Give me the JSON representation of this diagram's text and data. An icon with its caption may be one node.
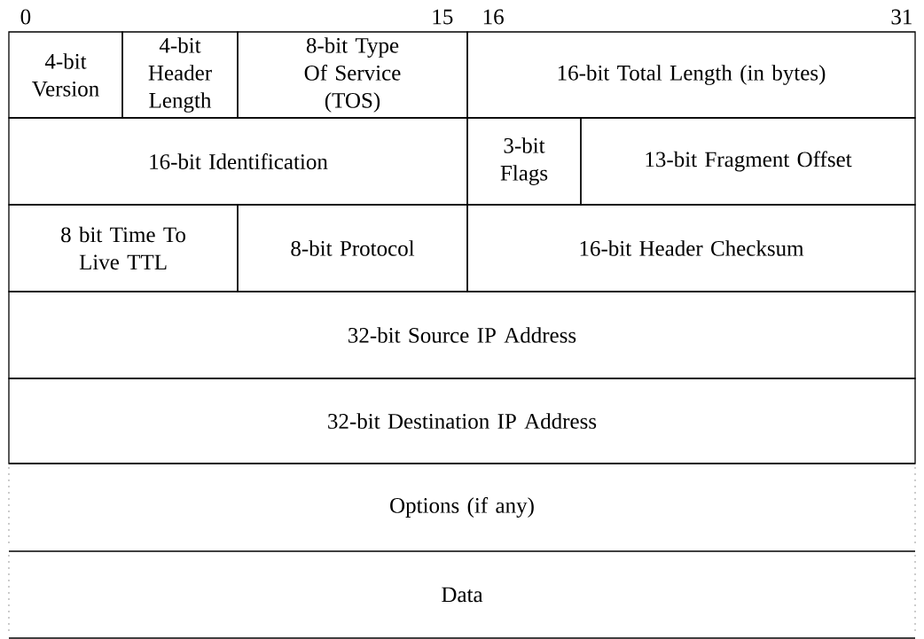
{
  "diagram": {
    "nodes": [
      {
        "text": [
          "4-bit Version"
        ]
      },
      {
        "text": [
          "4-bit Header Length"
        ]
      },
      {
        "text": [
          "8-bit Type Of Service (TOS)"
        ]
      },
      {
        "text": [
          "16-bit Total Length (in bytes)"
        ]
      },
      {
        "text": [
          "16-bit Identification"
        ]
      },
      {
        "text": [
          "3-bit Flags"
        ]
      },
      {
        "text": [
          "13-bit Fragment Offset"
        ]
      },
      {
        "text": [
          "8 bit Time To Live TTL"
        ]
      },
      {
        "text": [
          "8-bit Protocol"
        ]
      },
      {
        "text": [
          "16-bit Header Checksum"
        ]
      },
      {
        "text": [
          "32-bit Source IP Address"
        ]
      },
      {
        "text": [
          "32-bit Destination IP Address"
        ]
      },
      {
        "text": [
          "Options (if any)"
        ]
      },
      {
        "text": [
          "Data"
        ]
      }
    ],
    "labels": [
      "0",
      "15",
      "16",
      "31"
    ]
  }
}
